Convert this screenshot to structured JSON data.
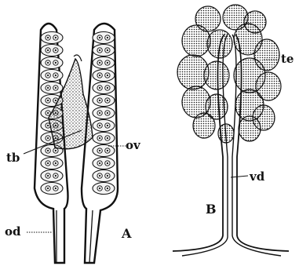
{
  "figure": {
    "panels": [
      {
        "id": "A",
        "label": "A",
        "labels": {
          "tb": "tb",
          "ov": "ov",
          "od": "od"
        }
      },
      {
        "id": "B",
        "label": "B",
        "labels": {
          "te": "te",
          "vd": "vd"
        }
      }
    ]
  }
}
